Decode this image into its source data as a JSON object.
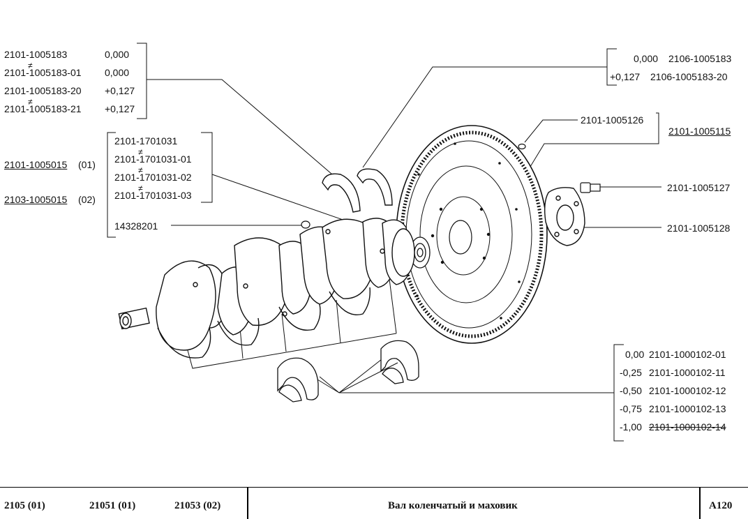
{
  "group_bearing_halves": [
    {
      "code": "2101-1005183",
      "value": "0,000"
    },
    {
      "code": "2101-1005183-01",
      "value": "0,000"
    },
    {
      "code": "2101-1005183-20",
      "value": "+0,127"
    },
    {
      "code": "2101-1005183-21",
      "value": "+0,127"
    }
  ],
  "group_thrust_right": [
    {
      "value": "0,000",
      "code": "2106-1005183"
    },
    {
      "value": "+0,127",
      "code": "2106-1005183-20"
    }
  ],
  "crankshaft_codes": {
    "first": {
      "code": "2101-1005015",
      "suffix": "(01)"
    },
    "second": {
      "code": "2103-1005015",
      "suffix": "(02)"
    }
  },
  "group_sprocket": [
    "2101-1701031",
    "2101-1701031-01",
    "2101-1701031-02",
    "2101-1701031-03"
  ],
  "plug_code": "14328201",
  "pin_code": "2101-1005126",
  "flywheel_code": "2101-1005115",
  "bolt_code": "2101-1005127",
  "washer_code": "2101-1005128",
  "group_main_bearings": [
    {
      "value": "0,00",
      "code": "2101-1000102-01"
    },
    {
      "value": "-0,25",
      "code": "2101-1000102-11"
    },
    {
      "value": "-0,50",
      "code": "2101-1000102-12"
    },
    {
      "value": "-0,75",
      "code": "2101-1000102-13"
    },
    {
      "value": "-1,00",
      "code": "2101-1000102-14"
    }
  ],
  "not_equal_symbol": "≠",
  "footer": {
    "model_1": "2105 (01)",
    "model_2": "21051 (01)",
    "model_3": "21053 (02)",
    "title": "Вал коленчатый и маховик",
    "page": "A120"
  }
}
